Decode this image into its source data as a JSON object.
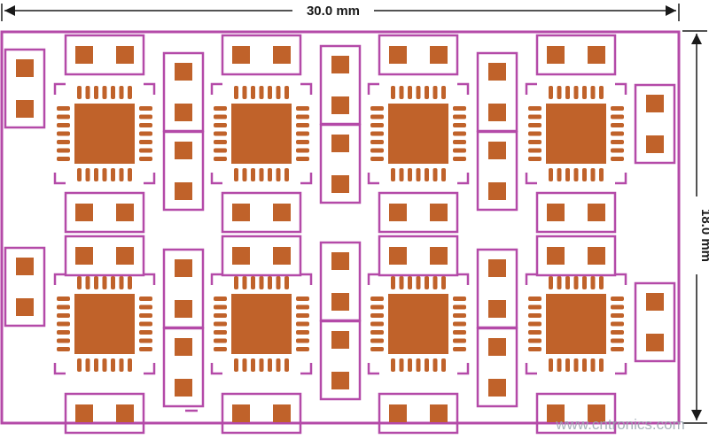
{
  "dimensions": {
    "width_label": "30.0 mm",
    "height_label": "18.0 mm"
  },
  "board": {
    "rows": 2,
    "columns": 4,
    "qfn_count": 8
  },
  "colors": {
    "outline": "#b44aa8",
    "pad": "#c0622a",
    "dimension": "#1a1a1a",
    "background": "#ffffff"
  },
  "watermark": {
    "text": "www.cntronics.com"
  }
}
